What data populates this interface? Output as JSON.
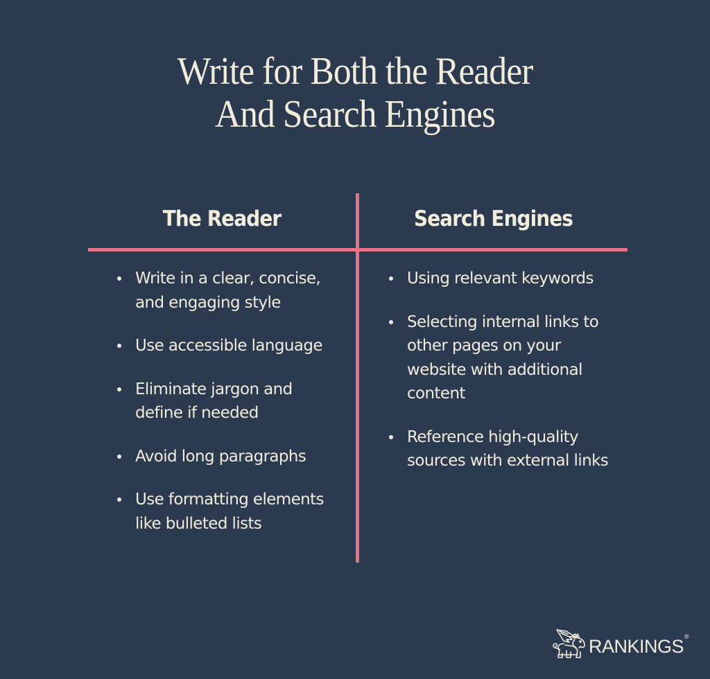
{
  "title": {
    "line1": "Write for Both the Reader",
    "line2": "And Search Engines"
  },
  "columns": [
    {
      "heading": "The Reader",
      "items": [
        "Write in a clear, concise, and engaging style",
        "Use accessible language",
        "Eliminate jargon and define if needed",
        "Avoid long paragraphs",
        "Use formatting elements like bulleted lists"
      ]
    },
    {
      "heading": "Search Engines",
      "items": [
        "Using relevant keywords",
        "Selecting internal links to other pages on your website with additional content",
        "Reference high-quality sources with external links"
      ]
    }
  ],
  "logo": {
    "icon": "winged-lion-icon",
    "text": "RANKINGS",
    "registered": "®"
  },
  "colors": {
    "background": "#2b3a4f",
    "text": "#f1ecdc",
    "accent_lines": "#e8748a"
  }
}
